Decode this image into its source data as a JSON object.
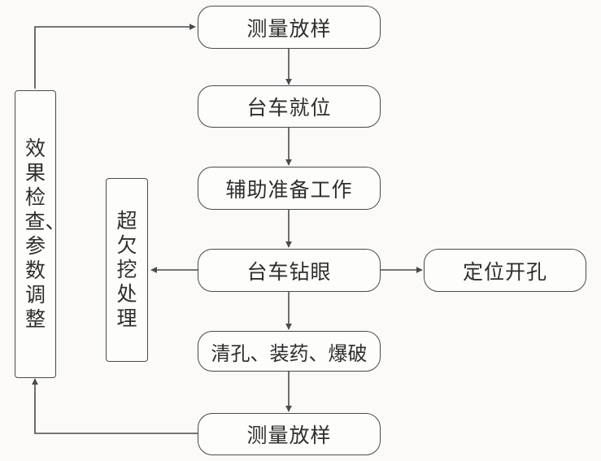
{
  "nodes": {
    "survey_top": "测量放样",
    "jumbo_in_place": "台车就位",
    "prep_work": "辅助准备工作",
    "jumbo_drilling": "台车钻眼",
    "position_holes": "定位开孔",
    "clean_charge_blast": "清孔、装药、爆破",
    "survey_bottom": "测量放样",
    "effect_check": "效果检查、参数调整",
    "overbreak": "超欠挖处理"
  }
}
